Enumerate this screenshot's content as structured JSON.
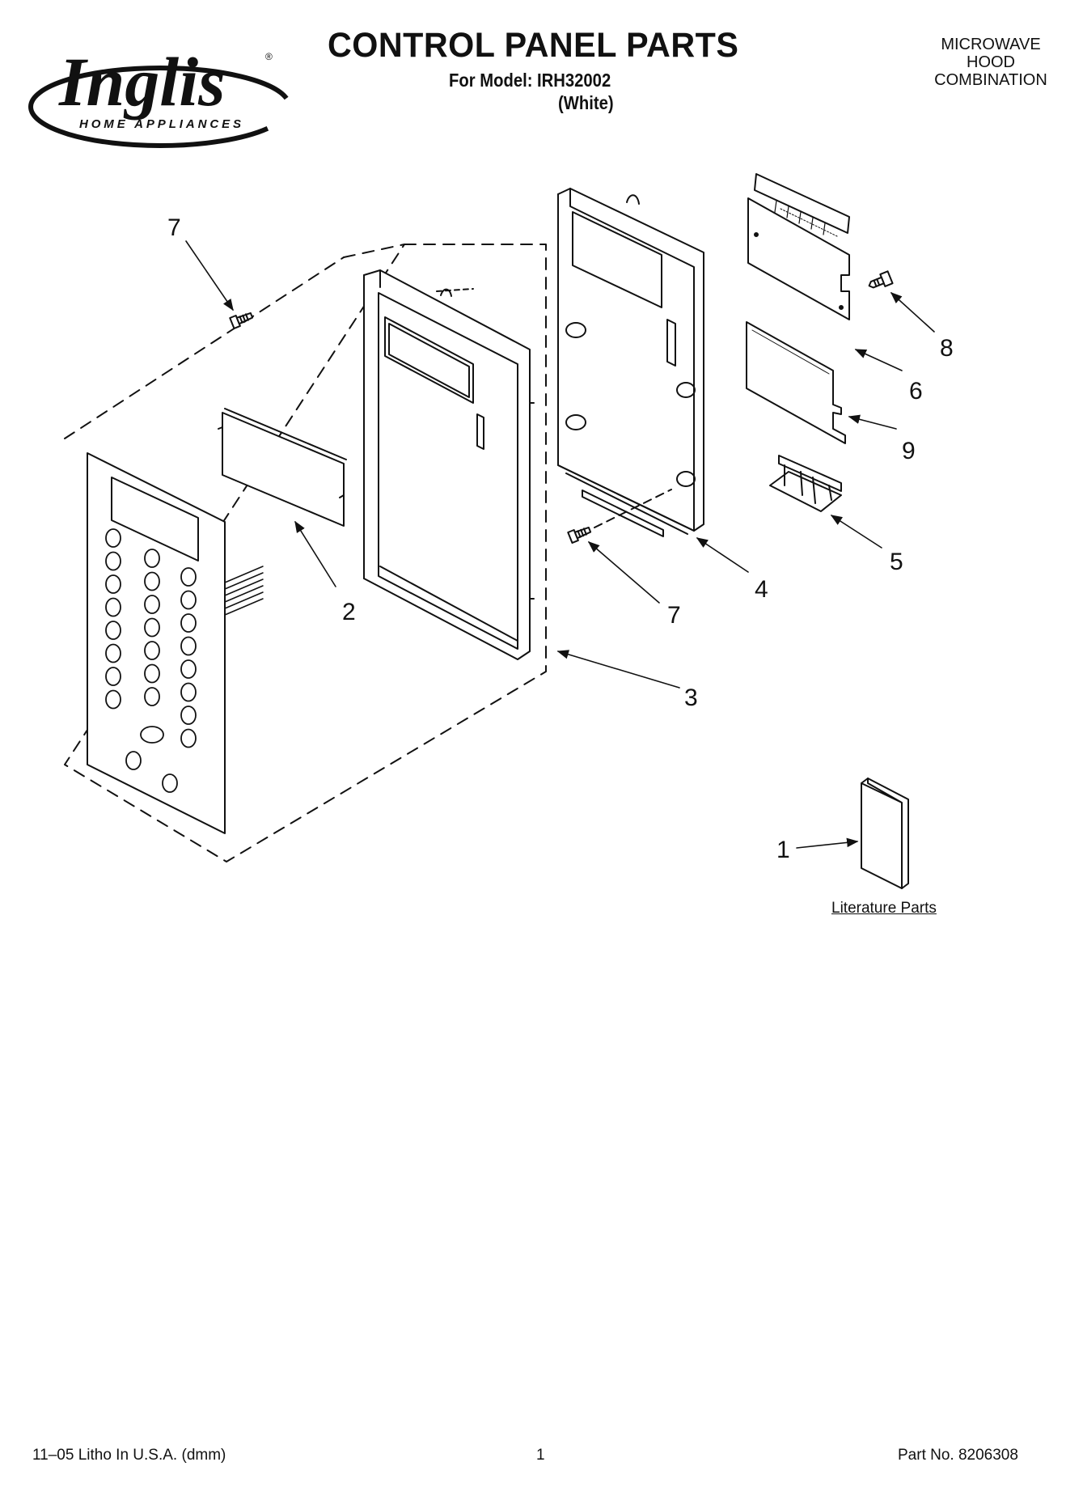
{
  "brand": {
    "name": "Inglis",
    "tagline": "HOME APPLIANCES",
    "registered_mark": "®"
  },
  "header": {
    "title": "CONTROL PANEL PARTS",
    "model_line": "For Model: IRH32002",
    "color_line": "(White)",
    "category": [
      "MICROWAVE",
      "HOOD",
      "COMBINATION"
    ]
  },
  "diagram": {
    "callouts": [
      "7",
      "2",
      "3",
      "7",
      "4",
      "8",
      "6",
      "9",
      "5",
      "1"
    ],
    "literature_label": "Literature Parts"
  },
  "footer": {
    "litho": "11–05 Litho In U.S.A. (dmm)",
    "page_number": "1",
    "part_number": "Part No. 8206308"
  },
  "colors": {
    "ink": "#111111",
    "paper": "#ffffff",
    "part_fill": "#ffffff"
  }
}
